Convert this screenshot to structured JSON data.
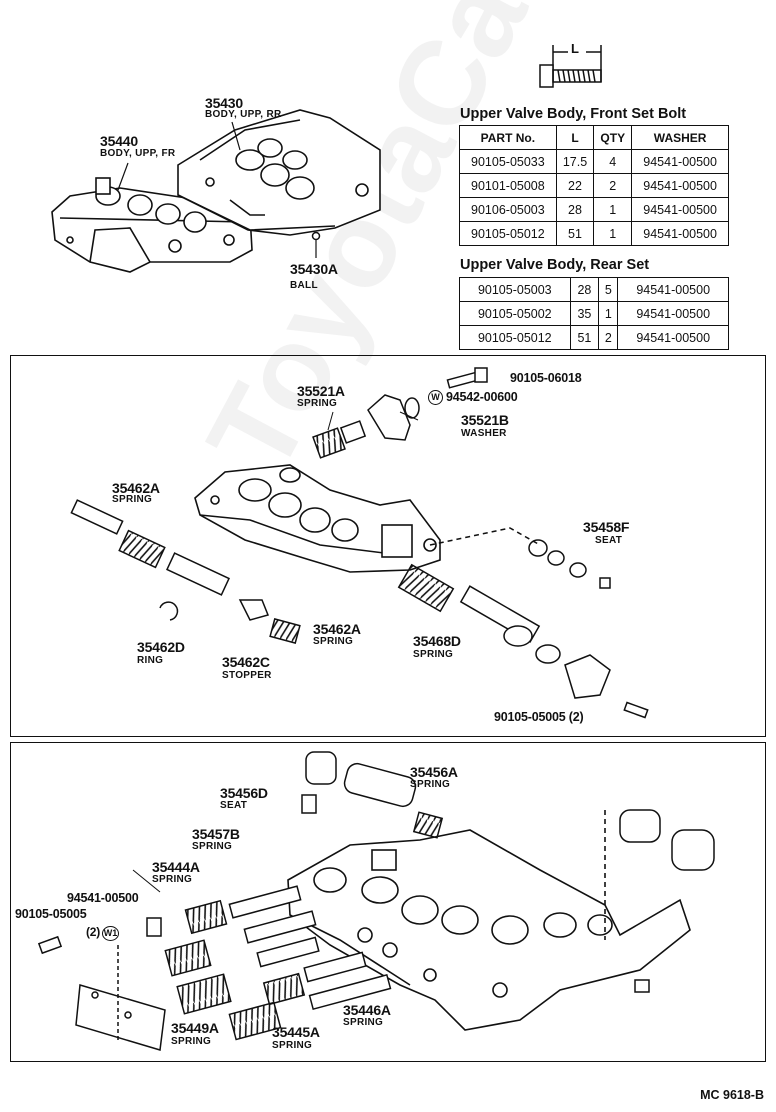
{
  "header_dim": {
    "label": "L"
  },
  "front_table": {
    "title": "Upper Valve Body, Front Set Bolt",
    "headers": [
      "PART No.",
      "L",
      "QTY",
      "WASHER"
    ],
    "rows": [
      [
        "90105-05033",
        "17.5",
        "4",
        "94541-00500"
      ],
      [
        "90101-05008",
        "22",
        "2",
        "94541-00500"
      ],
      [
        "90106-05003",
        "28",
        "1",
        "94541-00500"
      ],
      [
        "90105-05012",
        "51",
        "1",
        "94541-00500"
      ]
    ]
  },
  "rear_table": {
    "title": "Upper Valve Body, Rear Set",
    "rows": [
      [
        "90105-05003",
        "28",
        "5",
        "94541-00500"
      ],
      [
        "90105-05002",
        "35",
        "1",
        "94541-00500"
      ],
      [
        "90105-05012",
        "51",
        "2",
        "94541-00500"
      ]
    ]
  },
  "top_parts": {
    "p35430": {
      "no": "35430",
      "name": "BODY, UPP, RR"
    },
    "p35440": {
      "no": "35440",
      "name": "BODY, UPP, FR"
    },
    "p35430a": {
      "no": "35430A",
      "name": "BALL"
    }
  },
  "middle_parts": {
    "p35521a": {
      "no": "35521A",
      "name": "SPRING"
    },
    "bolt_top": {
      "no": "90105-06018"
    },
    "washer_w": {
      "no": "94542-00600",
      "symbol": "W"
    },
    "p35521b": {
      "no": "35521B",
      "name": "WASHER"
    },
    "p35462a_1": {
      "no": "35462A",
      "name": "SPRING"
    },
    "p35458f": {
      "no": "35458F",
      "name": "SEAT"
    },
    "p35462d": {
      "no": "35462D",
      "name": "RING"
    },
    "p35462a_2": {
      "no": "35462A",
      "name": "SPRING"
    },
    "p35468d": {
      "no": "35468D",
      "name": "SPRING"
    },
    "p35462c": {
      "no": "35462C",
      "name": "STOPPER"
    },
    "bolt_bottom": {
      "no": "90105-05005 (2)"
    }
  },
  "lower_parts": {
    "p35456a": {
      "no": "35456A",
      "name": "SPRING"
    },
    "p35456d": {
      "no": "35456D",
      "name": "SEAT"
    },
    "p35457b": {
      "no": "35457B",
      "name": "SPRING"
    },
    "p35444a": {
      "no": "35444A",
      "name": "SPRING"
    },
    "washer": {
      "no": "94541-00500",
      "symbol": "W1"
    },
    "bolt": {
      "no": "90105-05005",
      "qty": "(2)"
    },
    "p35446a": {
      "no": "35446A",
      "name": "SPRING"
    },
    "p35449a": {
      "no": "35449A",
      "name": "SPRING"
    },
    "p35445a": {
      "no": "35445A",
      "name": "SPRING"
    }
  },
  "footer": "MC  9618-B",
  "watermark": "ToyotaCarMall"
}
